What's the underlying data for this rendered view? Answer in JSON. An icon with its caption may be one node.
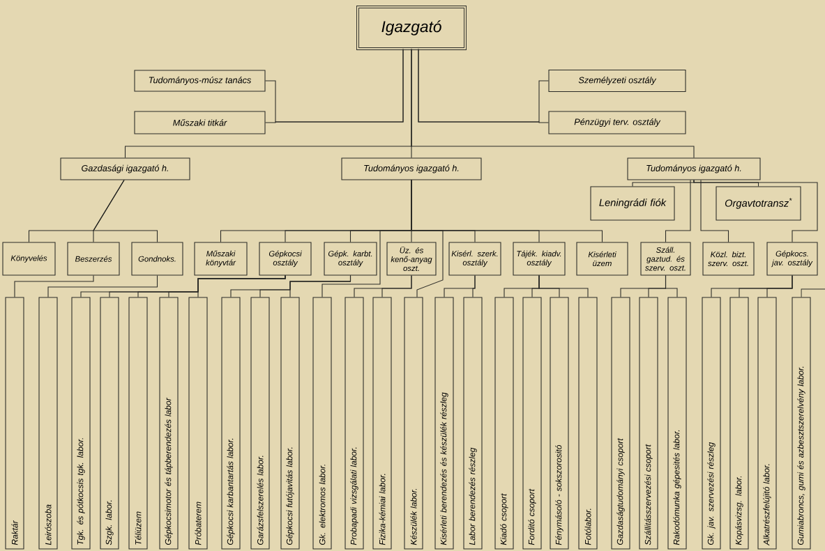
{
  "diagram": {
    "nodes": [
      {
        "text": [
          "Igazgató"
        ]
      },
      {
        "text": [
          "Tudományos-músz tanács"
        ]
      },
      {
        "text": [
          "Műszaki titkár"
        ]
      },
      {
        "text": [
          "Személyzeti osztály"
        ]
      },
      {
        "text": [
          "Pénzügyi terv. osztály"
        ]
      },
      {
        "text": [
          "Gazdasági igazgató h."
        ]
      },
      {
        "text": [
          "Tudományos igazgató h."
        ]
      },
      {
        "text": [
          "Tudományos igazgató h."
        ]
      },
      {
        "text": [
          "Leningrádi fiók"
        ]
      },
      {
        "text": [
          "Orgavtotransz$^{*}$"
        ]
      },
      {
        "text": [
          "Könyvelés"
        ]
      },
      {
        "text": [
          "Beszerzés"
        ]
      },
      {
        "text": [
          "Gondnoks."
        ]
      },
      {
        "text": [
          "Műszaki könyvtár"
        ]
      },
      {
        "text": [
          "Gépkocsi osztály"
        ]
      },
      {
        "text": [
          "Gépk. karbt. osztály"
        ]
      },
      {
        "text": [
          "Üz. és kenő-anyag oszt."
        ]
      },
      {
        "text": [
          "Kisérl. szerk. osztály"
        ]
      },
      {
        "text": [
          "Tájék. kiadv. osztály"
        ]
      },
      {
        "text": [
          "Kisérleti üzem"
        ]
      },
      {
        "text": [
          "Száll. gaztud. és szerv. oszt."
        ]
      },
      {
        "text": [
          "Közl. bizt. szerv. oszt."
        ]
      },
      {
        "text": [
          "Gépkocs. jav. osztály"
        ]
      },
      {
        "text": [
          "Raktár"
        ]
      },
      {
        "text": [
          "Leirószoba"
        ]
      },
      {
        "text": [
          "Tgk. és pótkocsis tgk. labor."
        ]
      },
      {
        "text": [
          "Szgk. labor."
        ]
      },
      {
        "text": [
          "Téliüzem"
        ]
      },
      {
        "text": [
          "Gépkocsimotor és tápberendezés labor"
        ]
      },
      {
        "text": [
          "Próbaterem"
        ]
      },
      {
        "text": [
          "Gépkocsi karbantartás labor."
        ]
      },
      {
        "text": [
          "Garázsfelszerelés labor."
        ]
      },
      {
        "text": [
          "Gépkocsi futójavitás labor."
        ]
      },
      {
        "text": [
          "Gk. elektromos labor."
        ]
      },
      {
        "text": [
          "Probapadi vizsgálati labor."
        ]
      },
      {
        "text": [
          "Fizika-kémiai labor."
        ]
      },
      {
        "text": [
          "Készülék labor."
        ]
      },
      {
        "text": [
          "Kisérleti berendezés és készülék részleg"
        ]
      },
      {
        "text": [
          "Labor berendezés részleg"
        ]
      },
      {
        "text": [
          "Kiadó csoport"
        ]
      },
      {
        "text": [
          "Forditó csoport"
        ]
      },
      {
        "text": [
          "Fénymásoló - sokszorositó"
        ]
      },
      {
        "text": [
          "Fotólabor."
        ]
      },
      {
        "text": [
          "Gazdaságtudományi csoport"
        ]
      },
      {
        "text": [
          "Szállitásszervezési csoport"
        ]
      },
      {
        "text": [
          "Rakodómunka gépesités labor."
        ]
      },
      {
        "text": [
          "Gk. jav. szervezési részleg"
        ]
      },
      {
        "text": [
          "Kopásvizsg. labor."
        ]
      },
      {
        "text": [
          "Alkatrészfelújitó labor."
        ]
      },
      {
        "text": [
          "Gumiabroncs, gumi és azbesztszerelvény labor."
        ]
      }
    ],
    "edges": [
      {
        "from": 0,
        "to": 1,
        "arrow": "none"
      },
      {
        "from": 0,
        "to": 2,
        "arrow": "none"
      },
      {
        "from": 0,
        "to": 3,
        "arrow": "none"
      },
      {
        "from": 0,
        "to": 4,
        "arrow": "none"
      },
      {
        "from": 0,
        "to": 5,
        "arrow": "none"
      },
      {
        "from": 0,
        "to": 6,
        "arrow": "none"
      },
      {
        "from": 0,
        "to": 7,
        "arrow": "none"
      },
      {
        "from": 5,
        "to": 10,
        "arrow": "none"
      },
      {
        "from": 5,
        "to": 11,
        "arrow": "none"
      },
      {
        "from": 5,
        "to": 12,
        "arrow": "none"
      },
      {
        "from": 6,
        "to": 13,
        "arrow": "none"
      },
      {
        "from": 6,
        "to": 14,
        "arrow": "none"
      },
      {
        "from": 6,
        "to": 15,
        "arrow": "none"
      },
      {
        "from": 6,
        "to": 16,
        "arrow": "none"
      },
      {
        "from": 6,
        "to": 17,
        "arrow": "none"
      },
      {
        "from": 6,
        "to": 18,
        "arrow": "none"
      },
      {
        "from": 6,
        "to": 19,
        "arrow": "none"
      },
      {
        "from": 7,
        "to": 8,
        "arrow": "none"
      },
      {
        "from": 7,
        "to": 9,
        "arrow": "none"
      },
      {
        "from": 7,
        "to": 20,
        "arrow": "none"
      },
      {
        "from": 7,
        "to": 21,
        "arrow": "none"
      },
      {
        "from": 7,
        "to": 22,
        "arrow": "none"
      },
      {
        "from": 11,
        "to": 23,
        "arrow": "none"
      },
      {
        "from": 12,
        "to": 24,
        "arrow": "none"
      },
      {
        "from": 14,
        "to": 25,
        "arrow": "none"
      },
      {
        "from": 14,
        "to": 26,
        "arrow": "none"
      },
      {
        "from": 14,
        "to": 27,
        "arrow": "none"
      },
      {
        "from": 14,
        "to": 28,
        "arrow": "none"
      },
      {
        "from": 14,
        "to": 29,
        "arrow": "none"
      },
      {
        "from": 15,
        "to": 30,
        "arrow": "none"
      },
      {
        "from": 15,
        "to": 31,
        "arrow": "none"
      },
      {
        "from": 15,
        "to": 32,
        "arrow": "none"
      },
      {
        "from": 6,
        "to": 33,
        "arrow": "none"
      },
      {
        "from": 16,
        "to": 34,
        "arrow": "none"
      },
      {
        "from": 16,
        "to": 35,
        "arrow": "none"
      },
      {
        "from": 6,
        "to": 36,
        "arrow": "none"
      },
      {
        "from": 17,
        "to": 37,
        "arrow": "none"
      },
      {
        "from": 17,
        "to": 38,
        "arrow": "none"
      },
      {
        "from": 18,
        "to": 39,
        "arrow": "none"
      },
      {
        "from": 18,
        "to": 40,
        "arrow": "none"
      },
      {
        "from": 18,
        "to": 41,
        "arrow": "none"
      },
      {
        "from": 18,
        "to": 42,
        "arrow": "none"
      },
      {
        "from": 20,
        "to": 43,
        "arrow": "none"
      },
      {
        "from": 20,
        "to": 44,
        "arrow": "none"
      },
      {
        "from": 20,
        "to": 45,
        "arrow": "none"
      },
      {
        "from": 22,
        "to": 46,
        "arrow": "none"
      },
      {
        "from": 22,
        "to": 47,
        "arrow": "none"
      },
      {
        "from": 22,
        "to": 48,
        "arrow": "none"
      },
      {
        "from": null,
        "to": 49,
        "arrow": "none"
      }
    ]
  }
}
